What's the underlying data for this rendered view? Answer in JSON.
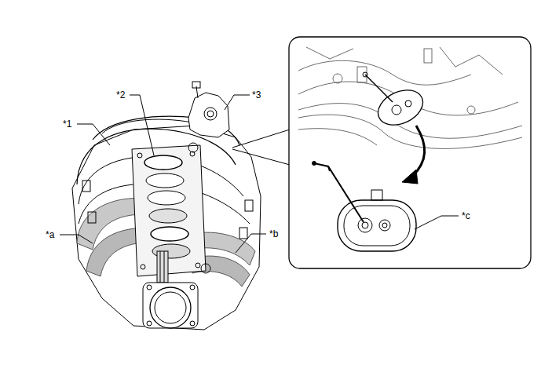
{
  "diagram": {
    "labels": [
      "*1",
      "*2",
      "*3",
      "*a",
      "*b",
      "*c"
    ]
  }
}
